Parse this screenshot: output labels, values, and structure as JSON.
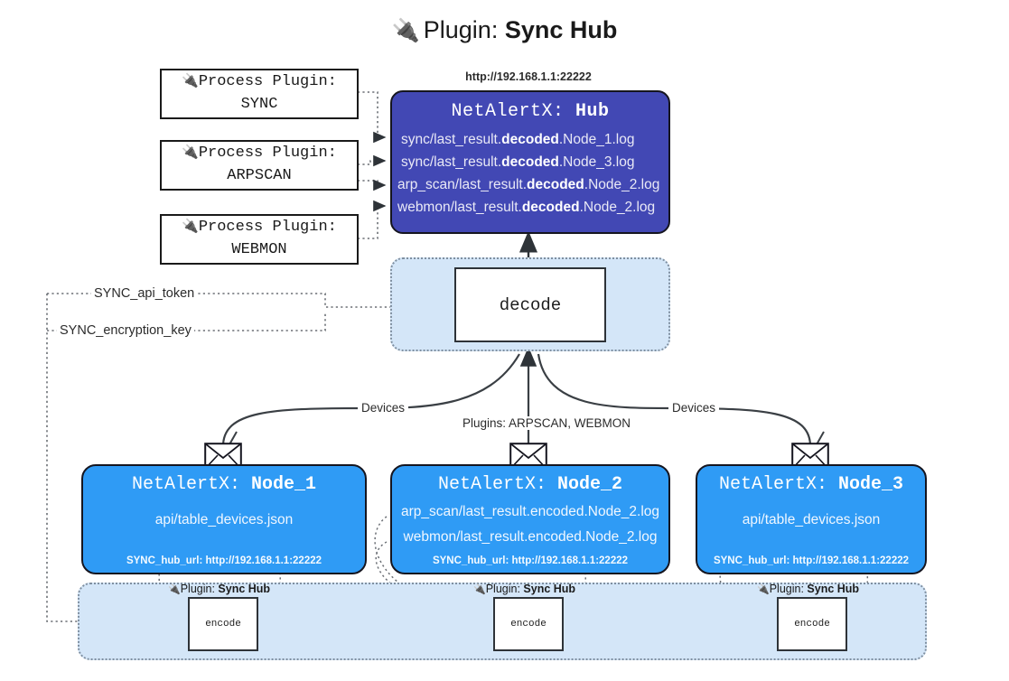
{
  "title": {
    "icon": "🔌",
    "prefix": "Plugin:",
    "name": "Sync Hub"
  },
  "process_plugins": [
    {
      "icon": "🔌",
      "label": "Process Plugin:",
      "name": "SYNC"
    },
    {
      "icon": "🔌",
      "label": "Process Plugin:",
      "name": "ARPSCAN"
    },
    {
      "icon": "🔌",
      "label": "Process Plugin:",
      "name": "WEBMON"
    }
  ],
  "hub": {
    "url": "http://192.168.1.1:22222",
    "title_prefix": "NetAlertX:",
    "title_name": "Hub",
    "logs": [
      {
        "pre": "sync/last_result.",
        "strong": "decoded",
        "post": ".Node_1.log"
      },
      {
        "pre": "sync/last_result.",
        "strong": "decoded",
        "post": ".Node_3.log"
      },
      {
        "pre": "arp_scan/last_result.",
        "strong": "decoded",
        "post": ".Node_2.log"
      },
      {
        "pre": "webmon/last_result.",
        "strong": "decoded",
        "post": ".Node_2.log"
      }
    ]
  },
  "decode": {
    "label": "decode"
  },
  "tokens": {
    "api_token": "SYNC_api_token",
    "encryption_key": "SYNC_encryption_key"
  },
  "edge_labels": {
    "devices_left": "Devices",
    "plugins_mid": "Plugins: ARPSCAN, WEBMON",
    "devices_right": "Devices"
  },
  "nodes": [
    {
      "title_prefix": "NetAlertX:",
      "title_name": "Node_1",
      "lines": [
        "api/table_devices.json"
      ],
      "hub_url_label": "SYNC_hub_url:",
      "hub_url": "http://192.168.1.1:22222",
      "envelope_icon": "envelope-icon"
    },
    {
      "title_prefix": "NetAlertX:",
      "title_name": "Node_2",
      "lines": [
        "arp_scan/last_result.encoded.Node_2.log",
        "webmon/last_result.encoded.Node_2.log"
      ],
      "hub_url_label": "SYNC_hub_url:",
      "hub_url": "http://192.168.1.1:22222",
      "envelope_icon": "envelope-icon"
    },
    {
      "title_prefix": "NetAlertX:",
      "title_name": "Node_3",
      "lines": [
        "api/table_devices.json"
      ],
      "hub_url_label": "SYNC_hub_url:",
      "hub_url": "http://192.168.1.1:22222",
      "envelope_icon": "envelope-icon"
    }
  ],
  "encoders": [
    {
      "icon": "🔌",
      "prefix": "Plugin:",
      "name": "Sync Hub",
      "box_label": "encode"
    },
    {
      "icon": "🔌",
      "prefix": "Plugin:",
      "name": "Sync Hub",
      "box_label": "encode"
    },
    {
      "icon": "🔌",
      "prefix": "Plugin:",
      "name": "Sync Hub",
      "box_label": "encode"
    }
  ],
  "colors": {
    "hub_bg": "#4248b4",
    "node_bg": "#2f9bf5",
    "container_bg": "#d4e6f8",
    "line": "#3a3f44",
    "dotted": "#6b6f75"
  }
}
